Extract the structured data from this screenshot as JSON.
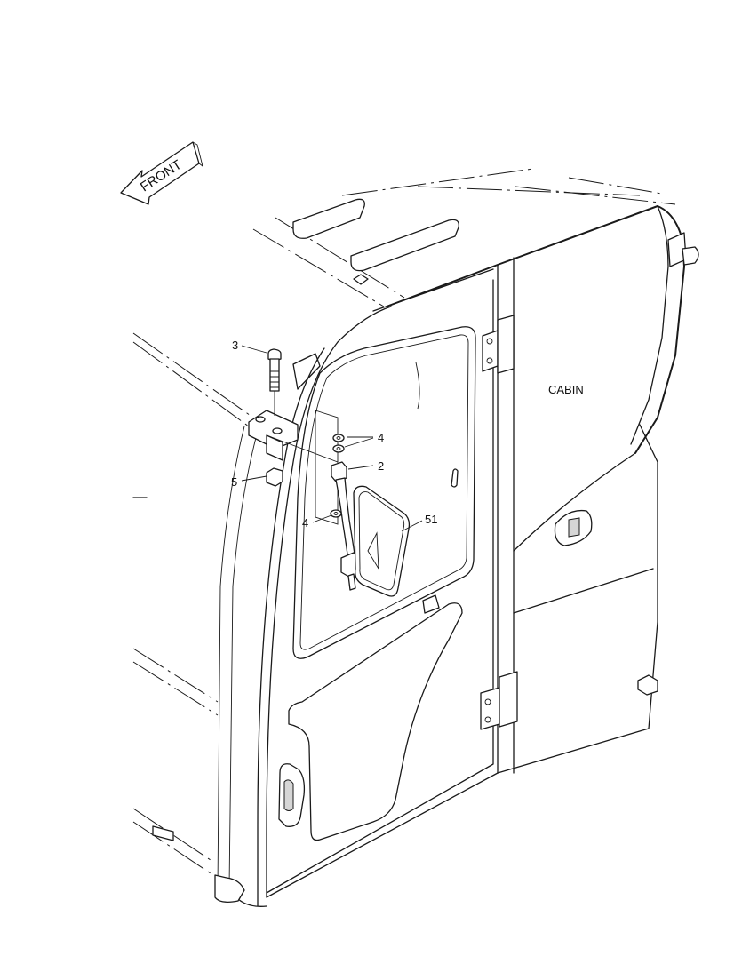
{
  "direction_arrow": {
    "label": "FRONT"
  },
  "assembly_label": "CABIN",
  "callouts": [
    {
      "id": "bolt",
      "text": "3"
    },
    {
      "id": "washers-upper",
      "text": "4"
    },
    {
      "id": "collar",
      "text": "2"
    },
    {
      "id": "nut",
      "text": "5"
    },
    {
      "id": "washer-lower",
      "text": "4"
    },
    {
      "id": "mirror",
      "text": "51"
    }
  ]
}
